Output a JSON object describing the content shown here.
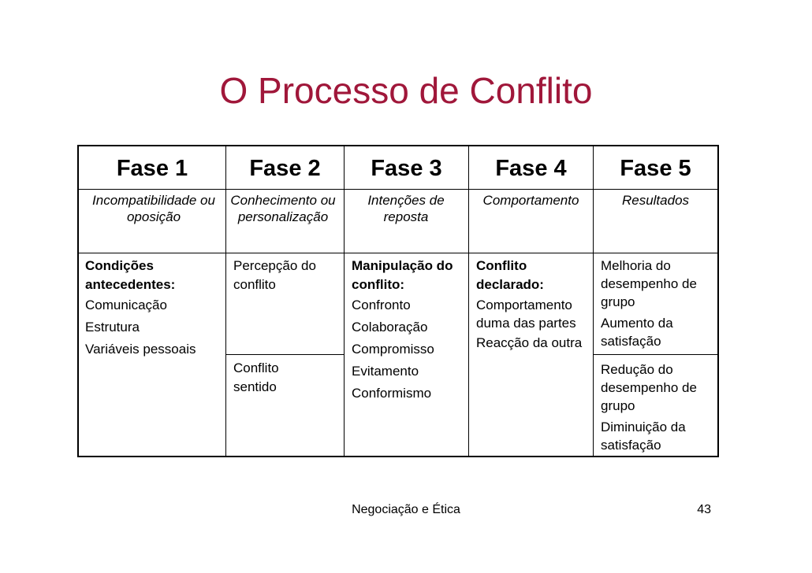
{
  "slide": {
    "title": "O Processo de Conflito",
    "footer_text": "Negociação e Ética",
    "page_number": "43",
    "title_color": "#a0173a"
  },
  "table": {
    "phases": [
      {
        "header": "Fase 1",
        "subtitle": "Incompatibilidade ou oposição"
      },
      {
        "header": "Fase 2",
        "subtitle": "Conhecimento ou personalização"
      },
      {
        "header": "Fase 3",
        "subtitle": "Intenções de reposta"
      },
      {
        "header": "Fase 4",
        "subtitle": "Comportamento"
      },
      {
        "header": "Fase 5",
        "subtitle": "Resultados"
      }
    ],
    "fase1": {
      "heading": "Condições antecedentes:",
      "items": [
        "Comunicação",
        "Estrutura",
        "Variáveis pessoais"
      ]
    },
    "fase2": {
      "top": "Percepção do conflito",
      "bottom": "Conflito sentido"
    },
    "fase3": {
      "heading": "Manipulação do conflito:",
      "items": [
        "Confronto",
        "Colaboração",
        "Compromisso",
        "Evitamento",
        "Conformismo"
      ]
    },
    "fase4": {
      "heading": "Conflito declarado:",
      "items": [
        "Comportamento duma das partes",
        "Reacção da outra"
      ]
    },
    "fase5": {
      "top_items": [
        "Melhoria do desempenho de grupo",
        "Aumento da satisfação"
      ],
      "bottom_items": [
        "Redução do desempenho de grupo",
        "Diminuição da satisfação"
      ]
    }
  }
}
